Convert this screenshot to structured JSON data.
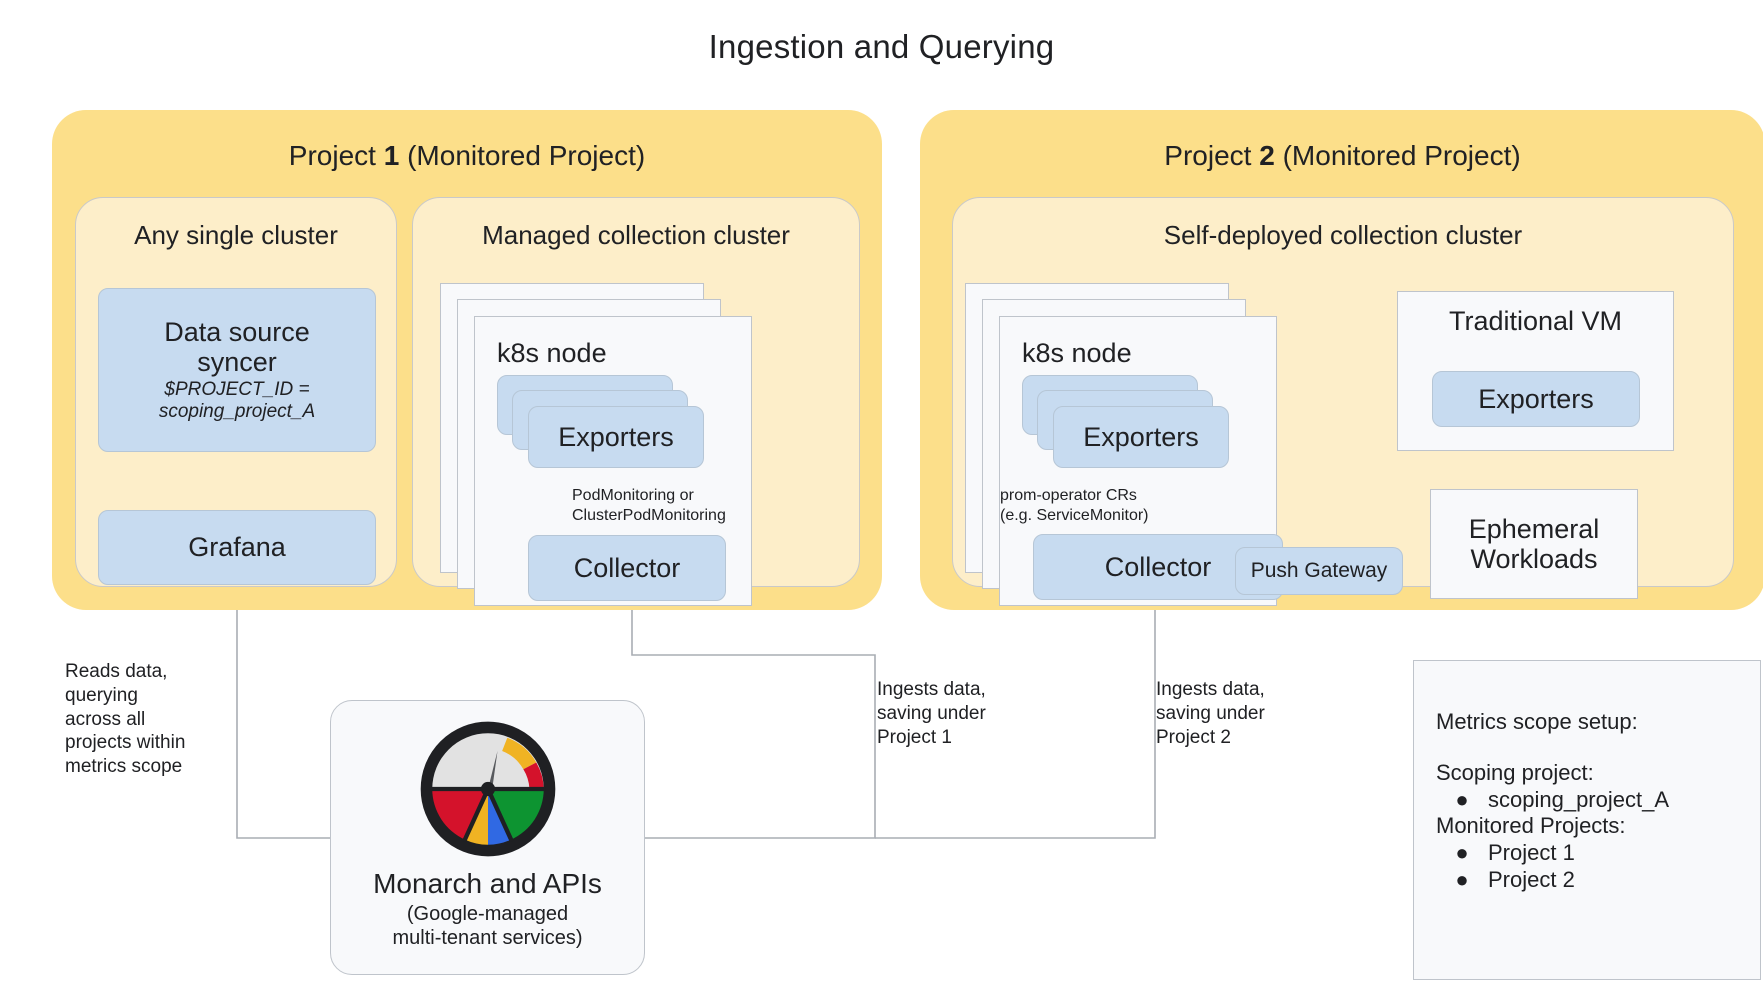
{
  "title": "Ingestion and Querying",
  "projects": [
    {
      "name": "project-1",
      "title_prefix": "Project ",
      "title_number": "1",
      "title_suffix": " (Monitored Project)",
      "clusters": [
        {
          "name": "any-single-cluster",
          "title": "Any single cluster",
          "components": [
            {
              "name": "data-source-syncer",
              "label": "Data source\nsyncer",
              "sub": "$PROJECT_ID =\nscoping_project_A"
            },
            {
              "name": "grafana",
              "label": "Grafana",
              "sub": ""
            }
          ]
        },
        {
          "name": "managed-collection-cluster",
          "title": "Managed collection cluster",
          "node_label": "k8s node",
          "components": [
            {
              "name": "exporters",
              "label": "Exporters"
            },
            {
              "name": "collector",
              "label": "Collector"
            }
          ],
          "edge_label": "PodMonitoring or\nClusterPodMonitoring"
        }
      ]
    },
    {
      "name": "project-2",
      "title_prefix": "Project ",
      "title_number": "2",
      "title_suffix": " (Monitored Project)",
      "clusters": [
        {
          "name": "self-deployed-collection-cluster",
          "title": "Self-deployed collection cluster",
          "node_label": "k8s node",
          "components": [
            {
              "name": "exporters",
              "label": "Exporters"
            },
            {
              "name": "collector",
              "label": "Collector"
            },
            {
              "name": "push-gateway",
              "label": "Push Gateway"
            }
          ],
          "edge_label": "prom-operator CRs\n(e.g. ServiceMonitor)",
          "side_boxes": [
            {
              "name": "traditional-vm",
              "title": "Traditional VM",
              "inner": "Exporters"
            },
            {
              "name": "ephemeral-workloads",
              "title": "Ephemeral\nWorkloads",
              "inner": ""
            }
          ]
        }
      ]
    }
  ],
  "flow_labels": {
    "reads": "Reads data,\nquerying\nacross all\nprojects within\nmetrics scope",
    "ingest_project_1": "Ingests data,\nsaving under\nProject 1",
    "ingest_project_2": "Ingests data,\nsaving under\nProject 2"
  },
  "monarch": {
    "title": "Monarch and APIs",
    "subtitle": "(Google-managed\nmulti-tenant services)",
    "logo_name": "monarch-gauge-logo"
  },
  "legend": {
    "heading": "Metrics scope setup:",
    "scoping_label": "Scoping project:",
    "scoping_items": [
      "scoping_project_A"
    ],
    "monitored_label": "Monitored Projects:",
    "monitored_items": [
      "Project 1",
      "Project 2"
    ]
  },
  "colors": {
    "project_fill": "#fcdf8a",
    "cluster_fill": "#fdeec9",
    "component_fill": "#c7dbf0",
    "card_fill": "#f8f9fb",
    "stroke": "#bfc4cb",
    "text": "#202124",
    "logo_red": "#d4122b",
    "logo_yellow": "#f0b323",
    "logo_green": "#0d9431",
    "logo_blue": "#3069e3",
    "logo_dark": "#1f2023",
    "logo_grey": "#e2e2e2"
  }
}
